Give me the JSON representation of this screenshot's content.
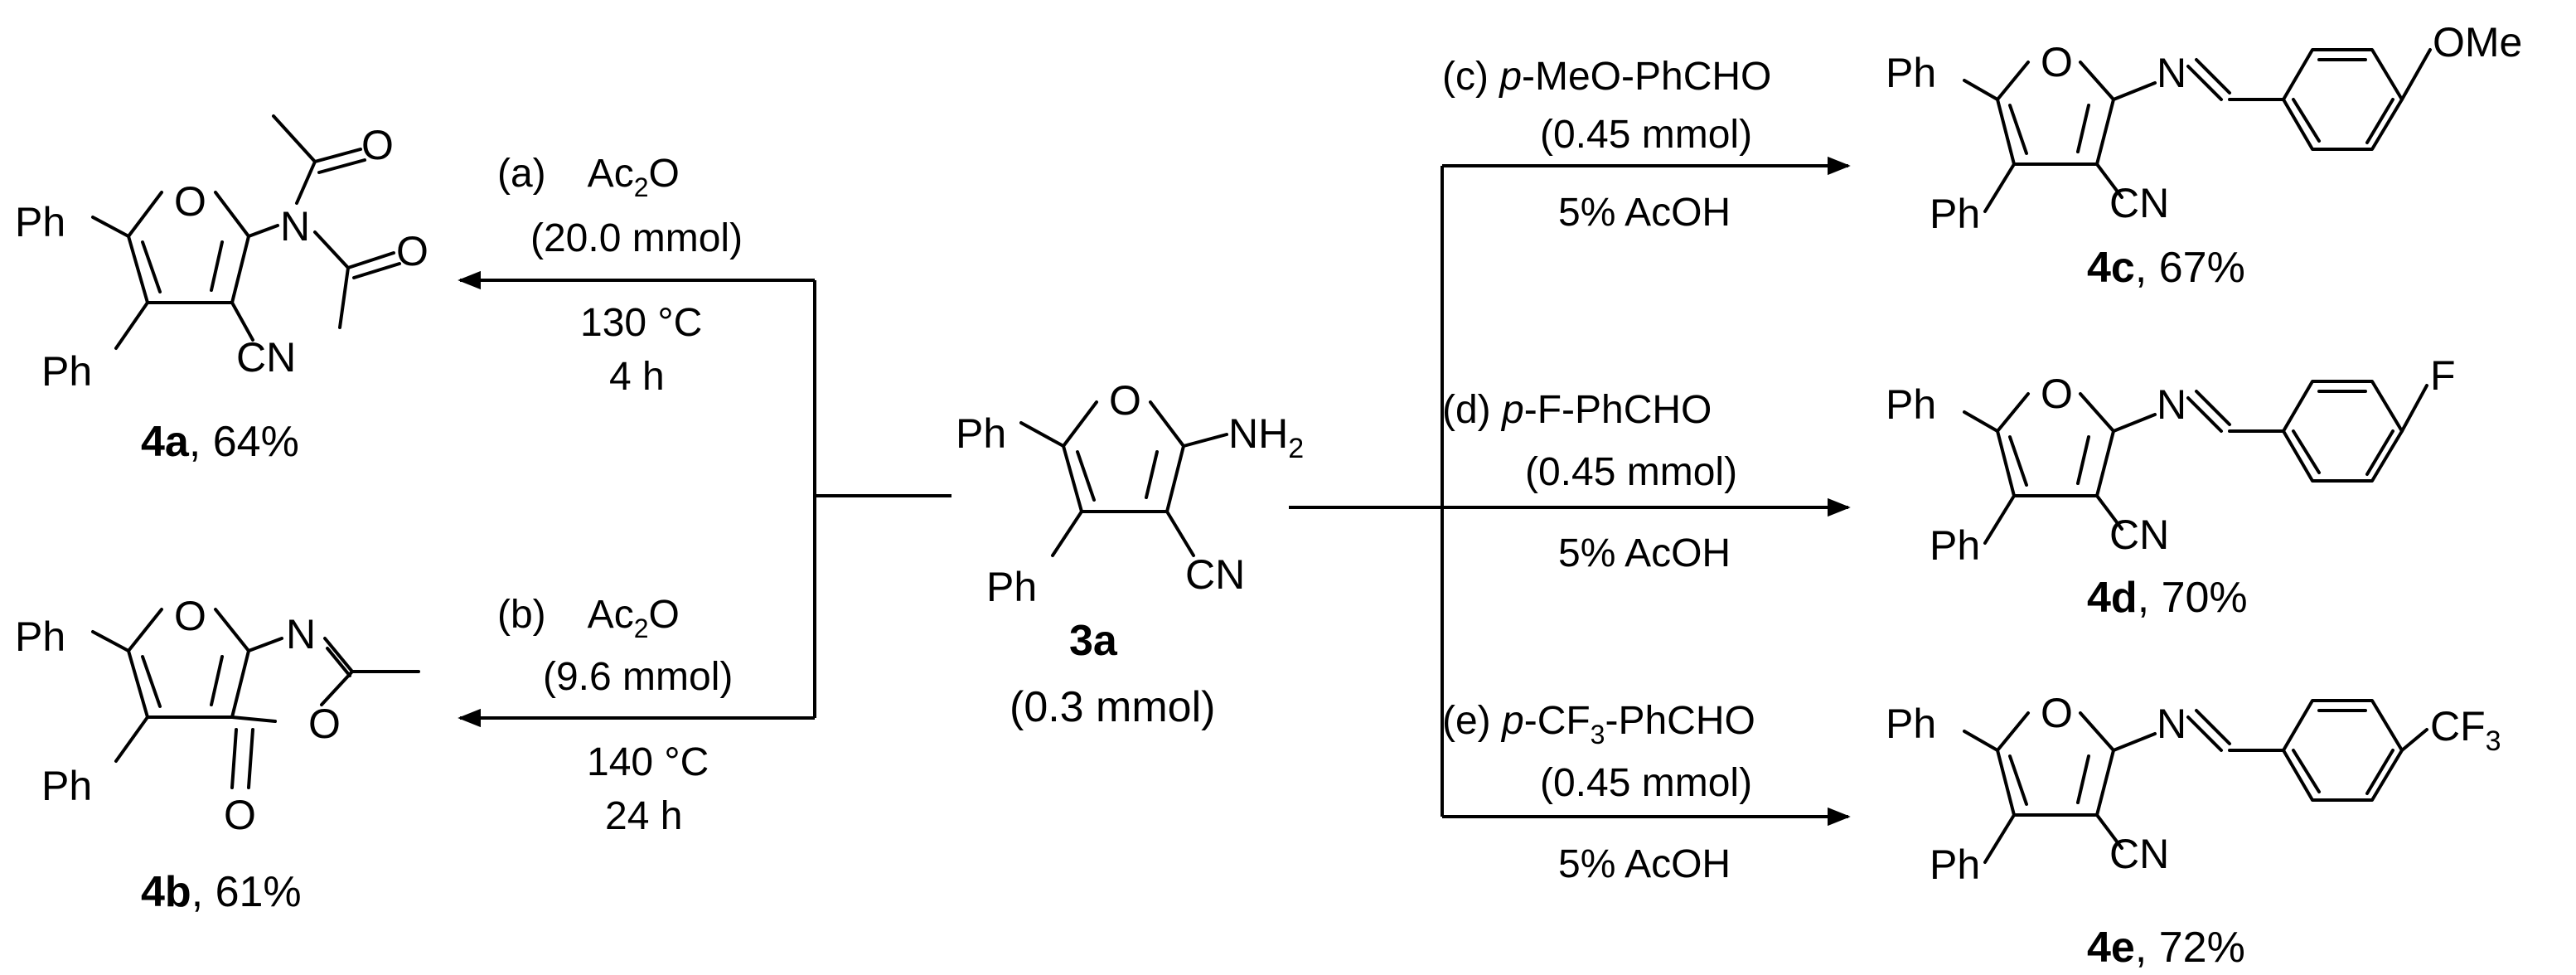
{
  "starting_material": {
    "atoms": {
      "ph_top": "Ph",
      "ph_bottom": "Ph",
      "oxygen": "O",
      "nh2_base": "NH",
      "nh2_sub": "2",
      "cn": "CN"
    },
    "id": "3a",
    "amount": "(0.3 mmol)"
  },
  "reactions": {
    "a": {
      "line1": {
        "tag": "(a)",
        "base": "Ac",
        "sub": "2",
        "tail": "O"
      },
      "line2": "(20.0 mmol)",
      "line3": "130 °C",
      "line4": "4 h"
    },
    "b": {
      "line1": {
        "tag": "(b)",
        "base": "Ac",
        "sub": "2",
        "tail": "O"
      },
      "line2": "(9.6 mmol)",
      "line3": "140 °C",
      "line4": "24 h"
    },
    "c": {
      "line1": {
        "tag": "(c) ",
        "ital": "p",
        "rest": "-MeO-PhCHO"
      },
      "line2": "(0.45 mmol)",
      "line3": "5% AcOH"
    },
    "d": {
      "line1": {
        "tag": "(d) ",
        "ital": "p",
        "rest": "-F-PhCHO"
      },
      "line2": "(0.45 mmol)",
      "line3": "5% AcOH"
    },
    "e": {
      "line1": {
        "tag": "(e) ",
        "ital": "p",
        "rest": "-CF",
        "sub": "3",
        "tail": "-PhCHO"
      },
      "line2": "(0.45 mmol)",
      "line3": "5% AcOH"
    }
  },
  "products": {
    "4a": {
      "id": "4a",
      "yield": ", 64%",
      "atoms": {
        "ph_top": "Ph",
        "ph_bottom": "Ph",
        "oxygen": "O",
        "nitrogen": "N",
        "cn": "CN",
        "carbonyl_o1": "O",
        "carbonyl_o2": "O"
      }
    },
    "4b": {
      "id": "4b",
      "yield": ", 61%",
      "atoms": {
        "ph_top": "Ph",
        "ph_bottom": "Ph",
        "oxygen": "O",
        "nitrogen": "N",
        "ring_o": "O",
        "carbonyl_o": "O"
      }
    },
    "4c": {
      "id": "4c",
      "yield": ", 67%",
      "atoms": {
        "ph_top": "Ph",
        "ph_bottom": "Ph",
        "oxygen": "O",
        "nitrogen": "N",
        "cn": "CN",
        "substituent": "OMe"
      }
    },
    "4d": {
      "id": "4d",
      "yield": ", 70%",
      "atoms": {
        "ph_top": "Ph",
        "ph_bottom": "Ph",
        "oxygen": "O",
        "nitrogen": "N",
        "cn": "CN",
        "substituent": "F"
      }
    },
    "4e": {
      "id": "4e",
      "yield": ", 72%",
      "atoms": {
        "ph_top": "Ph",
        "ph_bottom": "Ph",
        "oxygen": "O",
        "nitrogen": "N",
        "cn": "CN",
        "substituent_base": "CF",
        "substituent_sub": "3"
      }
    }
  }
}
